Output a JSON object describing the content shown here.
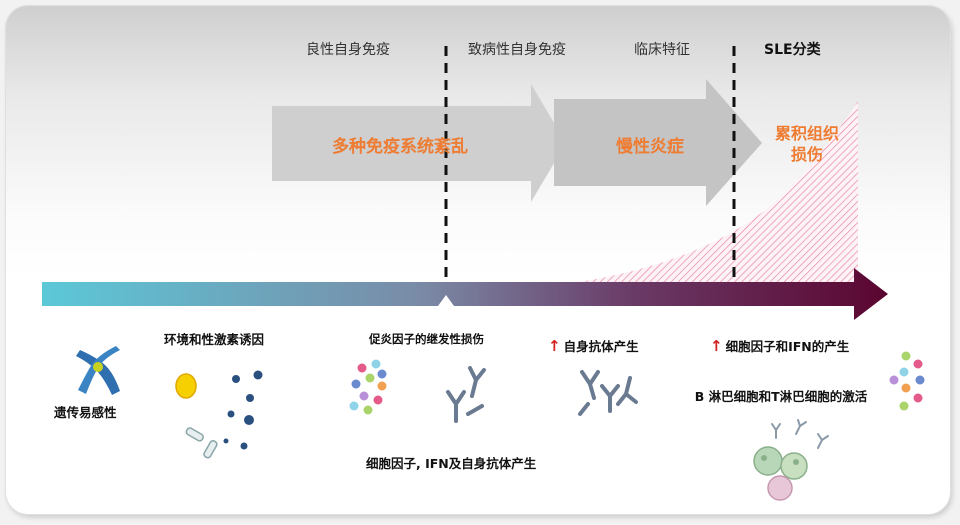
{
  "phases": {
    "benign": "良性自身免疫",
    "pathogenic": "致病性自身免疫",
    "clinical": "临床特征",
    "sle": "SLE分类"
  },
  "arrows": {
    "immune_disorder": "多种免疫系统紊乱",
    "chronic_inflammation": "慢性炎症",
    "tissue_damage": "累积组织损伤"
  },
  "factors": {
    "genetic": "遗传易感性",
    "environment": "环境和性激素诱因",
    "proinflammatory": "促炎因子的继发性损伤",
    "cytokine_production": "细胞因子, IFN及自身抗体产生",
    "autoantibody": "自身抗体产生",
    "cytokine_ifn": "细胞因子和IFN的产生",
    "bt_activation": "B 淋巴细胞和T淋巴细胞的激活"
  },
  "colors": {
    "timeline_start": "#5bc8d8",
    "timeline_mid": "#7a5a86",
    "timeline_end": "#5a0530",
    "accent_text": "#ee7c32",
    "up_arrow": "#d62020",
    "damage_hatch": "#e88aa8"
  },
  "icons": {
    "chromosome": "chromosome-icon",
    "pill": "pill-icon",
    "virus": "virus-icon",
    "antibody": "antibody-icon",
    "cytokine": "cytokine-cluster-icon",
    "lymphocyte": "lymphocyte-icon"
  }
}
